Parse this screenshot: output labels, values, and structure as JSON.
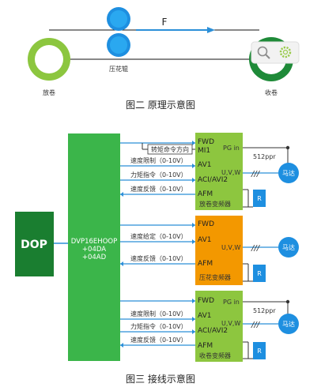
{
  "colors": {
    "green": "#2e9e3f",
    "lime": "#7ec142",
    "dark_green": "#1a7e30",
    "roll_blue": "#1e8fe0",
    "accent_blue": "#2b8fd8",
    "orange": "#f39800",
    "drive_yellow_green": "#8dc63f"
  },
  "principle": {
    "force_label": "F",
    "unwind_label": "放卷",
    "embossing_label": "压花辊",
    "rewind_label": "收卷",
    "caption": "图二  原理示意图"
  },
  "wiring": {
    "dop_label": "DOP",
    "plc": {
      "line1": "DVP16EHOOP",
      "line2": "+04DA",
      "line3": "+04AD"
    },
    "drive1": {
      "terminals": [
        "FWD",
        "MI1",
        "AV1",
        "ACI/AVI2",
        "AFM"
      ],
      "pg_in": "PG in",
      "uvw": "U,V,W",
      "name": "放卷变频器"
    },
    "drive2": {
      "terminals": [
        "FWD",
        "AV1",
        "AFM"
      ],
      "uvw": "U,V,W",
      "name": "压花变频器"
    },
    "drive3": {
      "terminals": [
        "FWD",
        "AV1",
        "ACI/AVI2",
        "AFM"
      ],
      "pg_in": "PG in",
      "uvw": "U,V,W",
      "name": "收卷变频器"
    },
    "signals": {
      "torque_dir": "转矩命令方向",
      "speed_limit": "速度限制（0-10V）",
      "torque_cmd": "力矩指令（0-10V）",
      "speed_feedback": "速度反馈（0-10V）",
      "speed_setpoint": "速度给定（0-10V）"
    },
    "encoder_ppr": "512ppr",
    "motor_label": "马达",
    "resistor_label": "R",
    "wire_marks": "///",
    "caption": "图三  接线示意图"
  }
}
